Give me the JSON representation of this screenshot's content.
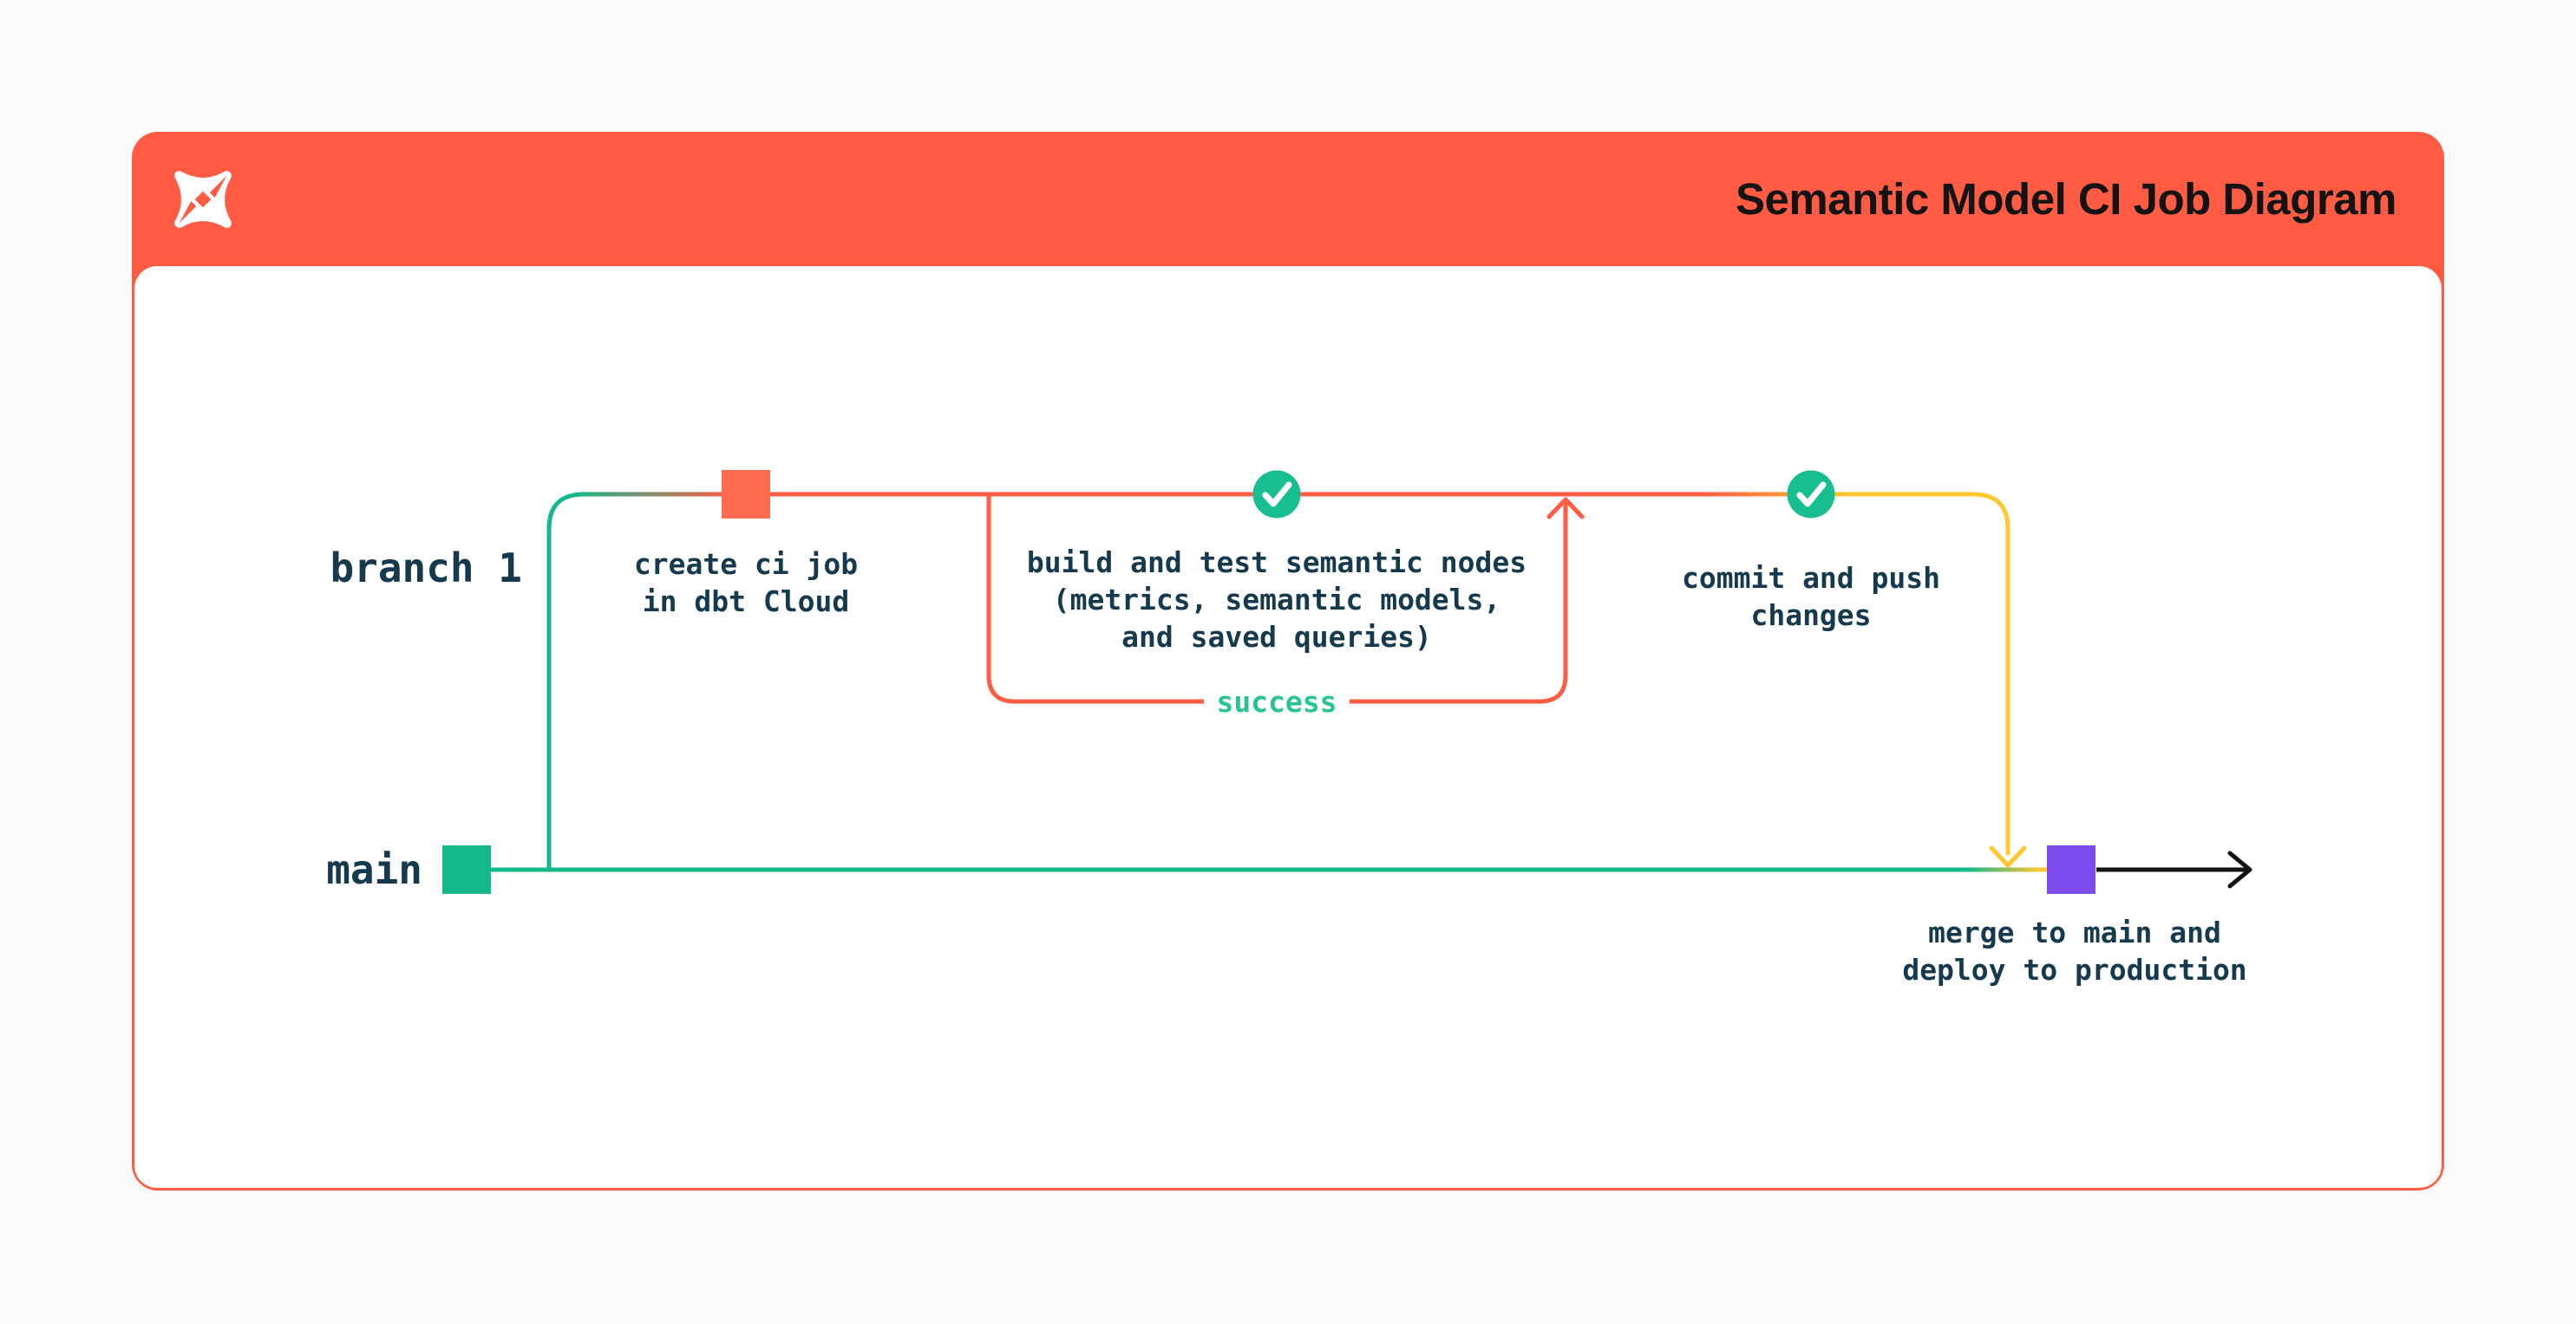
{
  "header": {
    "title": "Semantic Model CI Job Diagram",
    "logo": "dbt-logo",
    "background": "#FF5C43",
    "title_color": "#131313"
  },
  "card": {
    "border_color": "#FF5C43",
    "body_background": "#FFFFFF"
  },
  "diagram": {
    "lanes": {
      "branch": "branch 1",
      "main": "main"
    },
    "nodes": {
      "create_ci": {
        "type": "commit-square",
        "color": "#FF6B4E",
        "lines": [
          "create ci job",
          "in dbt Cloud"
        ]
      },
      "build_test": {
        "type": "check-circle",
        "color": "#17BE92",
        "lines": [
          "build and test semantic nodes",
          "(metrics, semantic models,",
          "and saved queries)"
        ]
      },
      "commit_push": {
        "type": "check-circle",
        "color": "#17BE92",
        "lines": [
          "commit and push",
          "changes"
        ]
      },
      "merge": {
        "type": "commit-square",
        "color": "#7C4CEF",
        "lines": [
          "merge to main and",
          "deploy to production"
        ]
      }
    },
    "loop": {
      "label": "success",
      "label_color": "#29C494",
      "line_color": "#FF5C43"
    },
    "colors": {
      "main_branch_green": "#15B88C",
      "ci_orange": "#FF5C43",
      "merge_yellow": "#FFC62E",
      "merge_purple": "#7C4CEF",
      "text_dark": "#163A4D",
      "arrow_black": "#131313"
    }
  }
}
